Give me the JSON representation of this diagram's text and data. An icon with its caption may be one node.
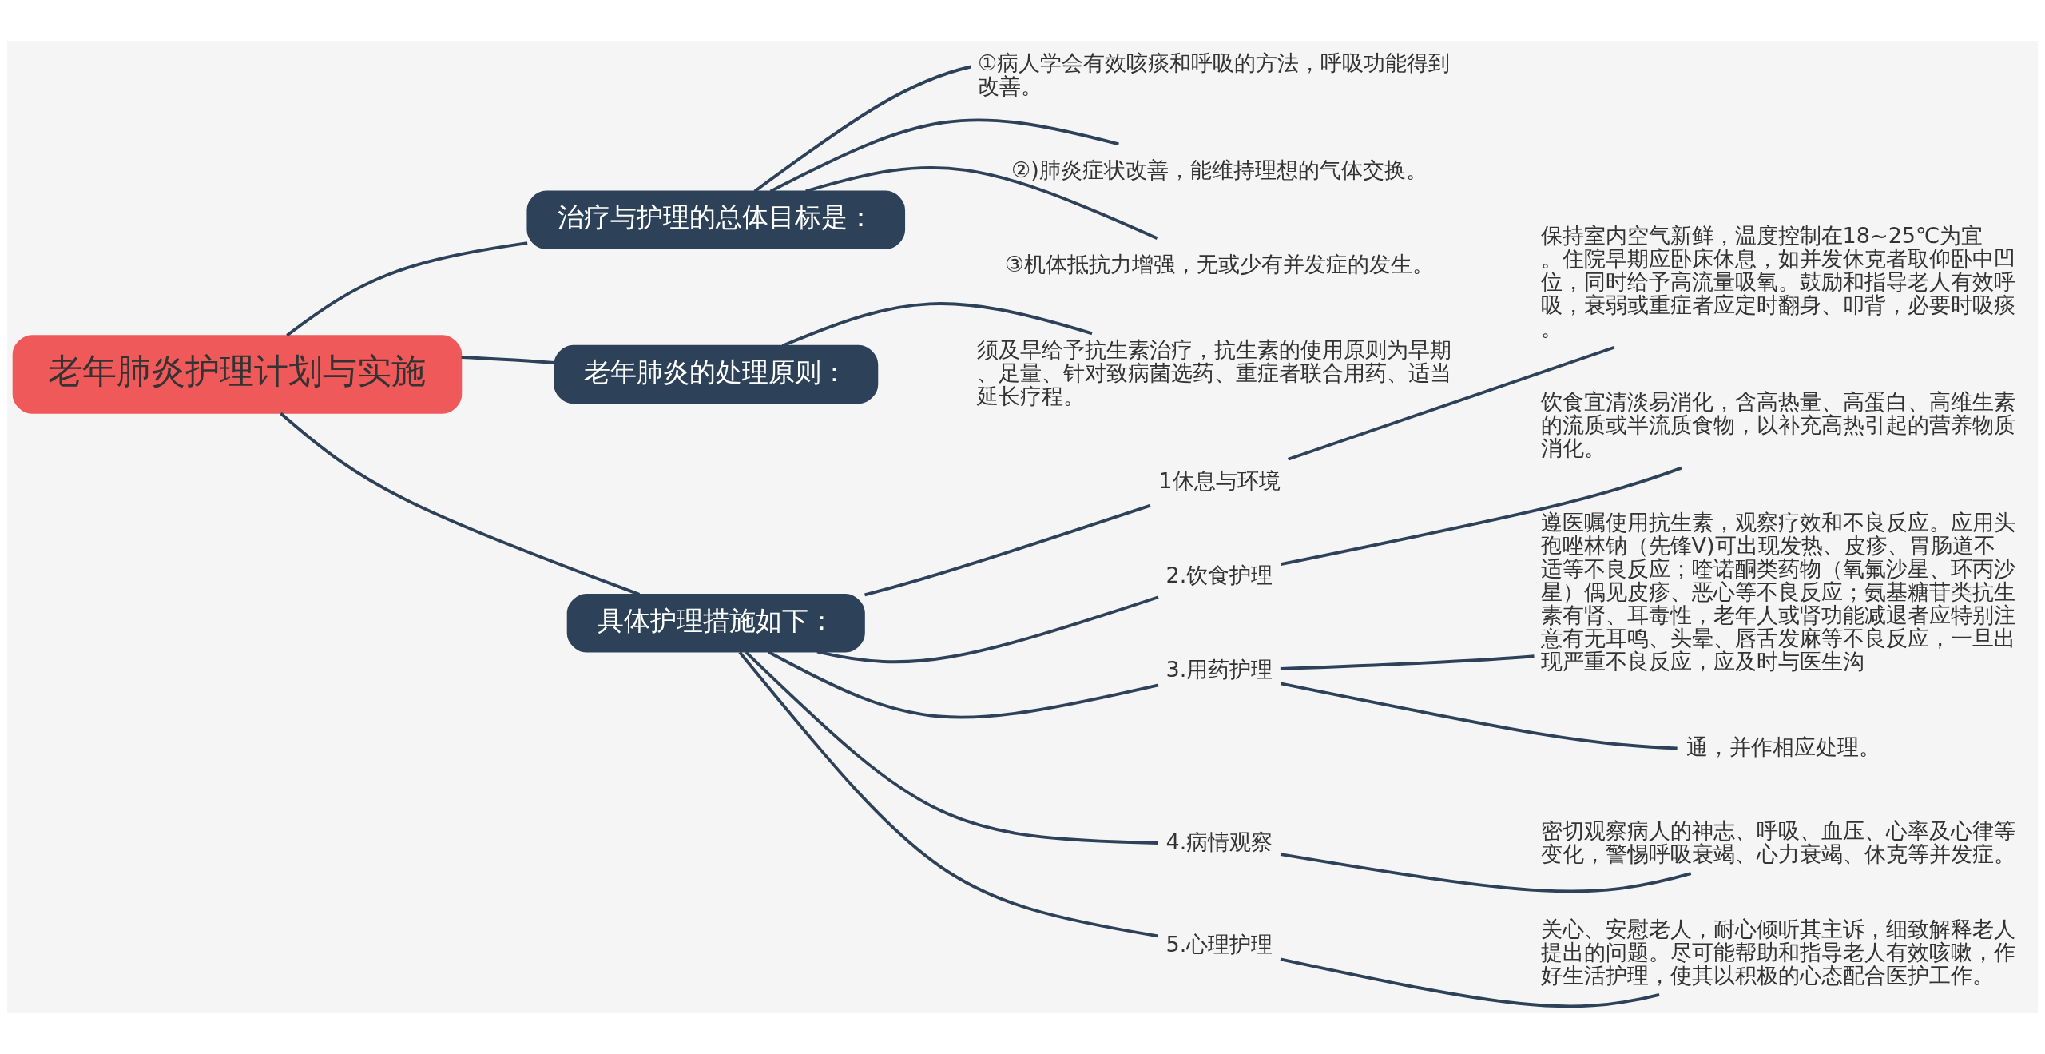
{
  "diagram": {
    "nodes": [
      {
        "text": [
          "老年肺炎护理计划与实施"
        ]
      },
      {
        "text": [
          "治疗与护理的总体目标是："
        ]
      },
      {
        "text": [
          "①病人学会有效咳痰和呼吸的方法，呼吸功能得到改善。"
        ]
      },
      {
        "text": [
          "②)肺炎症状改善，能维持理想的气体交换。"
        ]
      },
      {
        "text": [
          "③机体抵抗力增强，无或少有并发症的发生。"
        ]
      },
      {
        "text": [
          "老年肺炎的处理原则："
        ]
      },
      {
        "text": [
          "须及早给予抗生素治疗，抗生素的使用原则为早期、足量、针对致病菌选药、重症者联合用药、适当延长疗程。"
        ]
      },
      {
        "text": [
          "具体护理措施如下："
        ]
      },
      {
        "text": [
          "1休息与环境"
        ]
      },
      {
        "text": [
          "保持室内空气新鲜，温度控制在18~25℃为宜。住院早期应卧床休息，如并发休克者取仰卧中凹位，同时给予高流量吸氧。鼓励和指导老人有效呼吸，衰弱或重症者应定时翻身、叩背，必要时吸痰。"
        ]
      },
      {
        "text": [
          "2.饮食护理"
        ]
      },
      {
        "text": [
          "饮食宜清淡易消化，含高热量、高蛋白、高维生素的流质或半流质食物，以补充高热引起的营养物质消化。"
        ]
      },
      {
        "text": [
          "3.用药护理"
        ]
      },
      {
        "text": [
          "遵医嘱使用抗生素，观察疗效和不良反应。应用头孢唑林钠（先锋V)可出现发热、皮疹、胃肠道不适等不良反应；喹诺酮类药物（氧氟沙星、环丙沙星）偶见皮疹、恶心等不良反应；氨基糖苷类抗生素有肾、耳毒性，老年人或肾功能减退者应特别注意有无耳鸣、头晕、唇舌发麻等不良反应，一旦出现严重不良反应，应及时与医生沟"
        ]
      },
      {
        "text": [
          "通，并作相应处理。"
        ]
      },
      {
        "text": [
          "4.病情观察"
        ]
      },
      {
        "text": [
          "密切观察病人的神志、呼吸、血压、心率及心律等变化，警惕呼吸衰竭、心力衰竭、休克等并发症。"
        ]
      },
      {
        "text": [
          "5.心理护理"
        ]
      },
      {
        "text": [
          "关心、安慰老人，耐心倾听其主诉，细致解释老人提出的问题。尽可能帮助和指导老人有效咳嗽，作好生活护理，使其以积极的心态配合医护工作。"
        ]
      }
    ],
    "edges": [
      {
        "from": 0,
        "to": 1,
        "arrow": "none"
      },
      {
        "from": 1,
        "to": 2,
        "arrow": "none"
      },
      {
        "from": 1,
        "to": 3,
        "arrow": "none"
      },
      {
        "from": 1,
        "to": 4,
        "arrow": "none"
      },
      {
        "from": 0,
        "to": 5,
        "arrow": "none"
      },
      {
        "from": 5,
        "to": 6,
        "arrow": "none"
      },
      {
        "from": 0,
        "to": 7,
        "arrow": "none"
      },
      {
        "from": 7,
        "to": 8,
        "arrow": "none"
      },
      {
        "from": 8,
        "to": 9,
        "arrow": "none"
      },
      {
        "from": 7,
        "to": 10,
        "arrow": "none"
      },
      {
        "from": 10,
        "to": 11,
        "arrow": "none"
      },
      {
        "from": 7,
        "to": 12,
        "arrow": "none"
      },
      {
        "from": 12,
        "to": 13,
        "arrow": "none"
      },
      {
        "from": 12,
        "to": 14,
        "arrow": "none"
      },
      {
        "from": 7,
        "to": 15,
        "arrow": "none"
      },
      {
        "from": 15,
        "to": 16,
        "arrow": "none"
      },
      {
        "from": 7,
        "to": 17,
        "arrow": "none"
      },
      {
        "from": 17,
        "to": 18,
        "arrow": "none"
      }
    ]
  }
}
